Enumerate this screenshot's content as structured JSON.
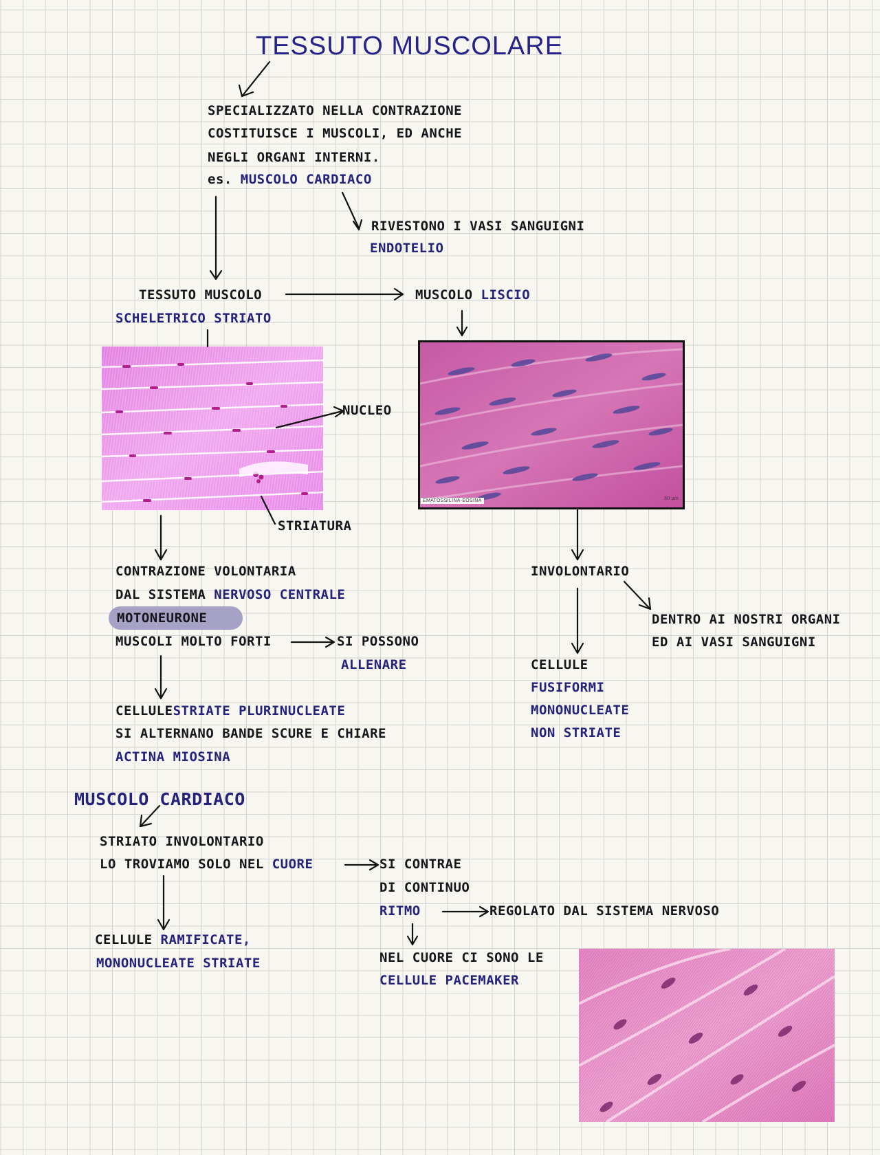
{
  "title": "TESSUTO MUSCOLARE",
  "intro": {
    "line1": "SPECIALIZZATO NELLA CONTRAZIONE",
    "line2": "COSTITUISCE I MUSCOLI, ED ANCHE",
    "line3": "NEGLI ORGANI INTERNI.",
    "example_prefix": "es.",
    "example_term": "MUSCOLO CARDIACO"
  },
  "endothelium": {
    "line1": "RIVESTONO I VASI SANGUIGNI",
    "term": "ENDOTELIO"
  },
  "skeletal": {
    "line1": "TESSUTO MUSCOLO",
    "line2": "SCHELETRICO STRIATO",
    "label_nucleus": "NUCLEO",
    "label_striation": "STRIATURA",
    "contraction_line1": "CONTRAZIONE VOLONTARIA",
    "contraction_line2_prefix": "DAL SISTEMA",
    "contraction_line2_term": "NERVOSO CENTRALE",
    "motoneuron": "MOTONEURONE",
    "strong_line": "MUSCOLI MOLTO FORTI",
    "trainable_line1": "SI POSSONO",
    "trainable_line2": "ALLENARE",
    "cells_prefix": "CELLULE",
    "cells_term": "STRIATE PLURINUCLEATE",
    "bands_line": "SI ALTERNANO BANDE SCURE E CHIARE",
    "proteins": "ACTINA MIOSINA"
  },
  "smooth": {
    "label_prefix": "MUSCOLO",
    "label_term": "LISCIO",
    "stain_caption": "EMATOSSILINA-EOSINA",
    "scale_caption": "30 µm",
    "involuntary": "INVOLONTARIO",
    "location_line1": "DENTRO AI NOSTRI ORGANI",
    "location_line2": "ED AI VASI SANGUIGNI",
    "cells_line1": "CELLULE",
    "cells_line2": "FUSIFORMI",
    "cells_line3": "MONONUCLEATE",
    "cells_line4": "NON STRIATE"
  },
  "cardiac": {
    "heading": "MUSCOLO CARDIACO",
    "line1": "STRIATO INVOLONTARIO",
    "line2_prefix": "LO TROVIAMO SOLO NEL",
    "line2_term": "CUORE",
    "contracts_line1": "SI CONTRAE",
    "contracts_line2": "DI CONTINUO",
    "rhythm": "RITMO",
    "rhythm_regulated": "REGOLATO DAL SISTEMA NERVOSO",
    "pacemaker_line1": "NEL CUORE CI SONO LE",
    "pacemaker_line2": "CELLULE PACEMAKER",
    "cells_prefix": "CELLULE",
    "cells_term": "RAMIFICATE,",
    "cells_line2": "MONONUCLEATE STRIATE"
  },
  "colors": {
    "ink": "#15151a",
    "blue_ink": "#24227a",
    "highlight": "#a6a2c6",
    "grid": "#d4d4d0"
  }
}
